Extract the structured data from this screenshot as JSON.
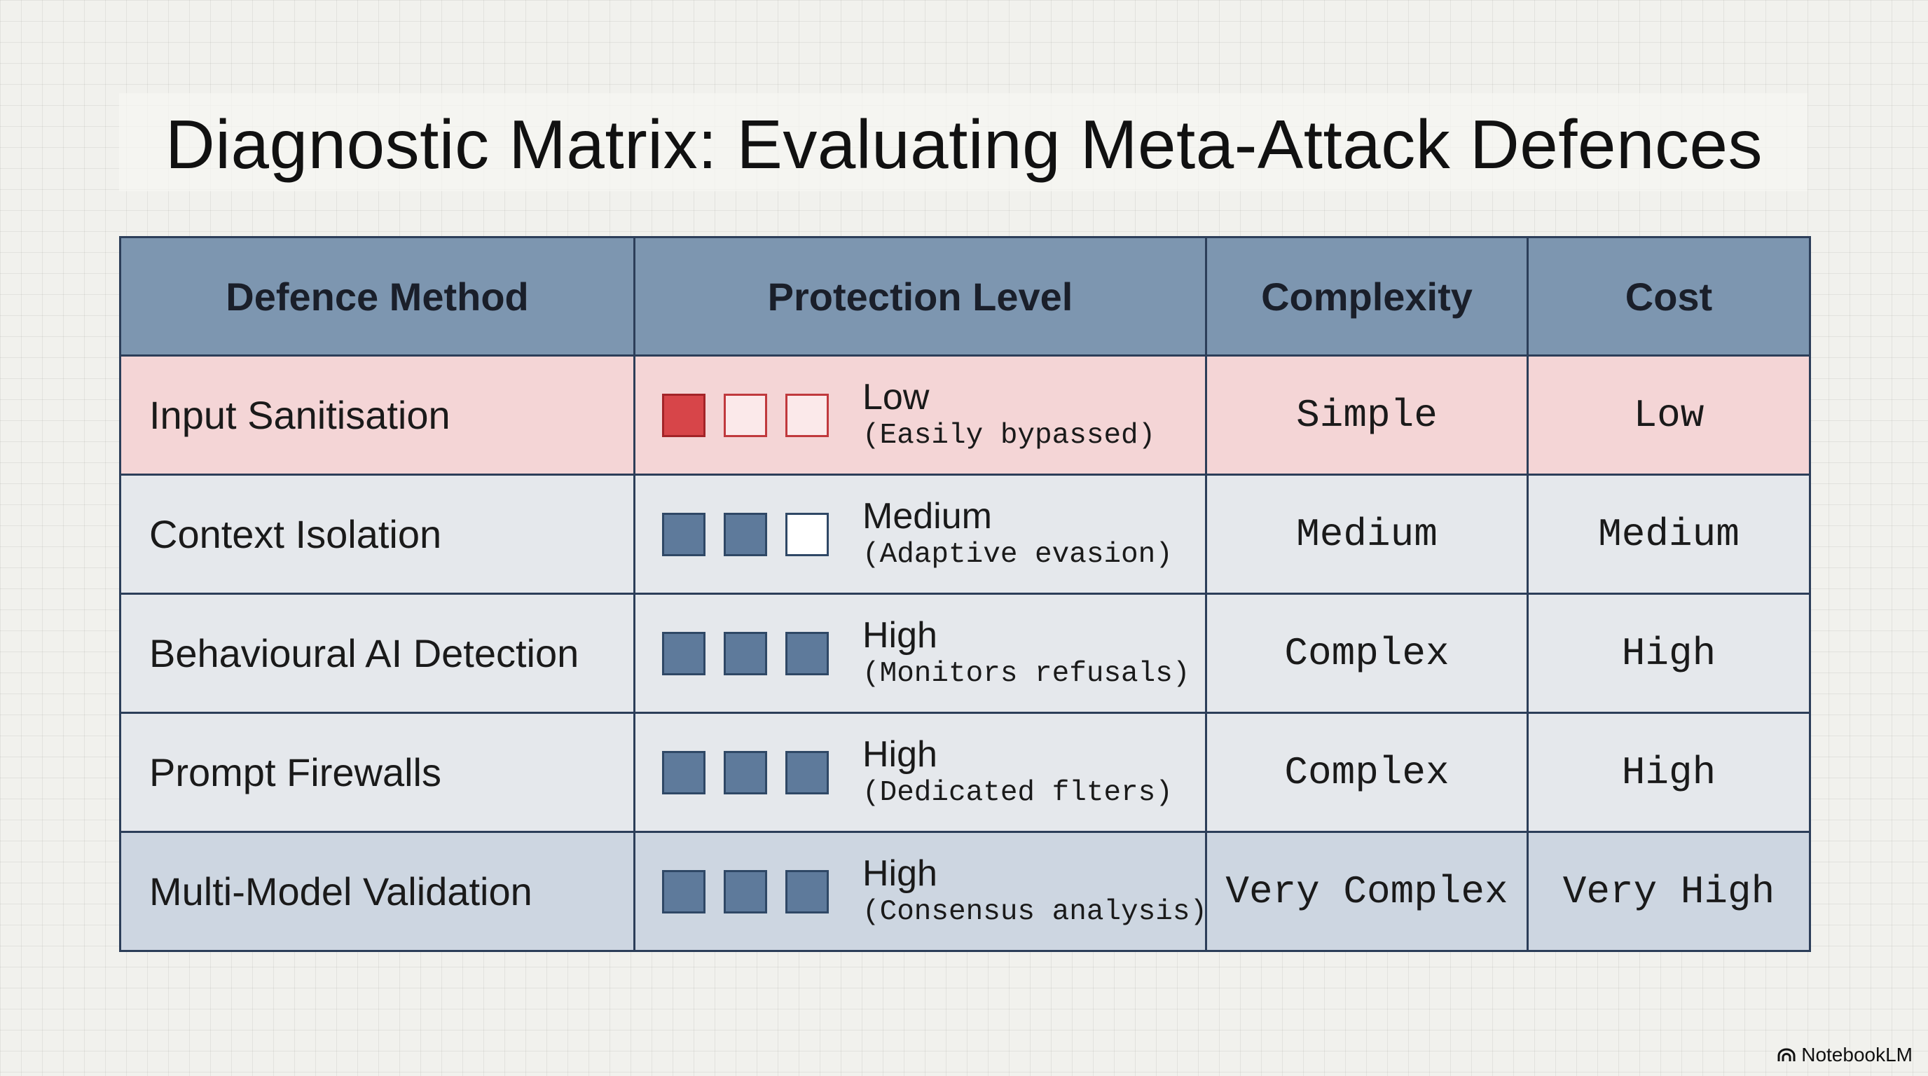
{
  "title": "Diagnostic Matrix: Evaluating Meta-Attack Defences",
  "colors": {
    "header_bg": "#7d96b0",
    "border": "#2c3e59",
    "highlight_row_bg": "#f4d5d6",
    "row_bg": "#e5e8ec",
    "last_row_bg": "#cdd6e1",
    "square_filled_blue": "#5e7a9b",
    "square_filled_red": "#d74549"
  },
  "table": {
    "headers": {
      "method": "Defence Method",
      "protection": "Protection Level",
      "complexity": "Complexity",
      "cost": "Cost"
    },
    "rows": [
      {
        "method": "Input Sanitisation",
        "level": "Low",
        "note": "(Easily bypassed)",
        "rating": 1,
        "max_rating": 3,
        "rating_color": "red",
        "complexity": "Simple",
        "cost": "Low"
      },
      {
        "method": "Context Isolation",
        "level": "Medium",
        "note": "(Adaptive evasion)",
        "rating": 2,
        "max_rating": 3,
        "rating_color": "blue",
        "complexity": "Medium",
        "cost": "Medium"
      },
      {
        "method": "Behavioural AI Detection",
        "level": "High",
        "note": "(Monitors refusals)",
        "rating": 3,
        "max_rating": 3,
        "rating_color": "blue",
        "complexity": "Complex",
        "cost": "High"
      },
      {
        "method": "Prompt Firewalls",
        "level": "High",
        "note": "(Dedicated flters)",
        "rating": 3,
        "max_rating": 3,
        "rating_color": "blue",
        "complexity": "Complex",
        "cost": "High"
      },
      {
        "method": "Multi-Model Validation",
        "level": "High",
        "note": "(Consensus analysis)",
        "rating": 3,
        "max_rating": 3,
        "rating_color": "blue",
        "complexity": "Very Complex",
        "cost": "Very High"
      }
    ]
  },
  "brand": {
    "icon": "notebooklm-logo-icon",
    "label": "NotebookLM"
  }
}
